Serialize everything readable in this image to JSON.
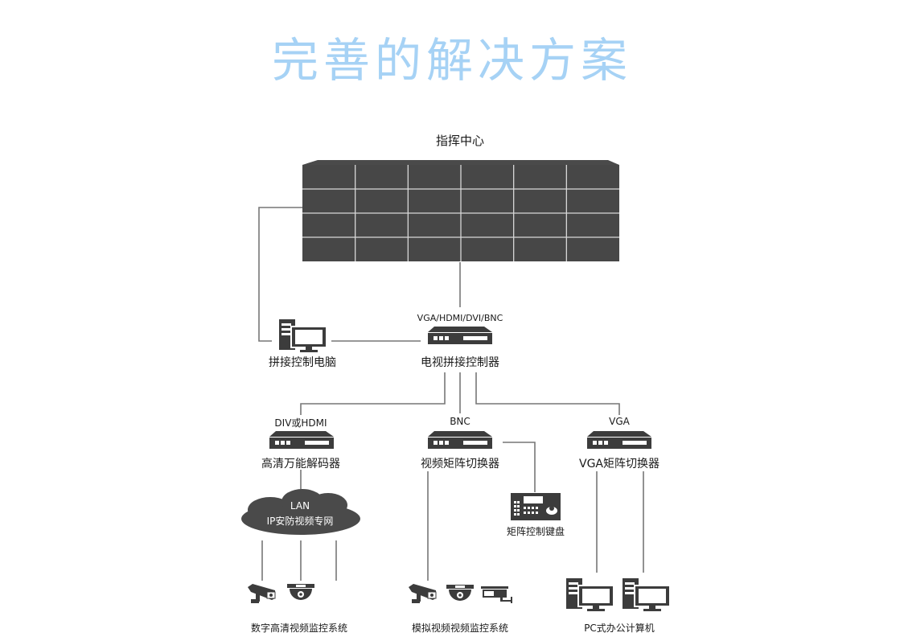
{
  "title": "完善的解决方案",
  "command_center": {
    "label": "指挥中心",
    "video_wall": {
      "rows": 4,
      "cols": 6
    }
  },
  "splice_controller": {
    "interface_label": "VGA/HDMI/DVI/BNC",
    "label": "电视拼接控制器"
  },
  "splice_pc": {
    "label": "拼接控制电脑"
  },
  "branches": [
    {
      "interface_label": "DIV或HDMI",
      "device_label": "高清万能解码器"
    },
    {
      "interface_label": "BNC",
      "device_label": "视频矩阵切换器"
    },
    {
      "interface_label": "VGA",
      "device_label": "VGA矩阵切换器"
    }
  ],
  "network_cloud": {
    "line1": "LAN",
    "line2": "IP安防视频专网"
  },
  "matrix_keyboard": {
    "label": "矩阵控制键盘"
  },
  "systems": {
    "digital_hd": "数字高清视频监控系统",
    "analog": "模拟视频视频监控系统",
    "pc_office": "PC式办公计算机"
  },
  "colors": {
    "title": "#a6d2f5",
    "device": "#3c3c3c",
    "line": "#777777"
  }
}
